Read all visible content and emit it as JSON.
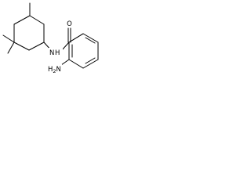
{
  "molecule": {
    "atoms": {
      "oxygen": "O",
      "amide_nitrogen": "N",
      "amide_hydrogen": "H",
      "amino_group": "H2N",
      "amino_h": "H",
      "amino_sub": "2",
      "amino_n": "N"
    }
  },
  "colors": {
    "bond": "#000000",
    "text": "#000000",
    "background": "#ffffff"
  }
}
